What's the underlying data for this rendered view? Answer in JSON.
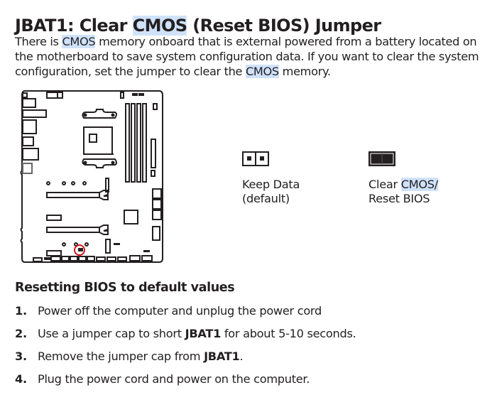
{
  "title": {
    "before": "JBAT1: Clear ",
    "highlight": "CMOS",
    "after": " (Reset BIOS) Jumper"
  },
  "intro": {
    "line1_before": "There is ",
    "line1_highlight": "CMOS",
    "line1_after": " memory onboard that is external powered from a battery located on",
    "line2": "the motherboard to save system configuration data. If you want to clear the system",
    "line3_before": "configuration, set the jumper to clear the ",
    "line3_highlight": "CMOS",
    "line3_after": " memory."
  },
  "diagram": {
    "highlight_color": "#d7141a",
    "description": "motherboard-layout-with-JBAT1-circled"
  },
  "jumpers": {
    "keep": {
      "line1": "Keep Data",
      "line2": "(default)"
    },
    "clear": {
      "line1_before": "Clear ",
      "line1_highlight": "CMOS/",
      "line2": "Reset BIOS"
    }
  },
  "section": {
    "heading": "Resetting BIOS to default values"
  },
  "steps": [
    {
      "num": "1.",
      "before": "Power off the computer and unplug the power cord",
      "bold": "",
      "after": ""
    },
    {
      "num": "2.",
      "before": "Use a jumper cap to short ",
      "bold": "JBAT1",
      "after": " for about 5-10 seconds."
    },
    {
      "num": "3.",
      "before": "Remove the jumper cap from ",
      "bold": "JBAT1",
      "after": "."
    },
    {
      "num": "4.",
      "before": "Plug the power cord and power on the computer.",
      "bold": "",
      "after": ""
    }
  ],
  "colors": {
    "text": "#231f20",
    "search_highlight": "#cfe2fb",
    "jbat_circle": "#d7141a"
  }
}
